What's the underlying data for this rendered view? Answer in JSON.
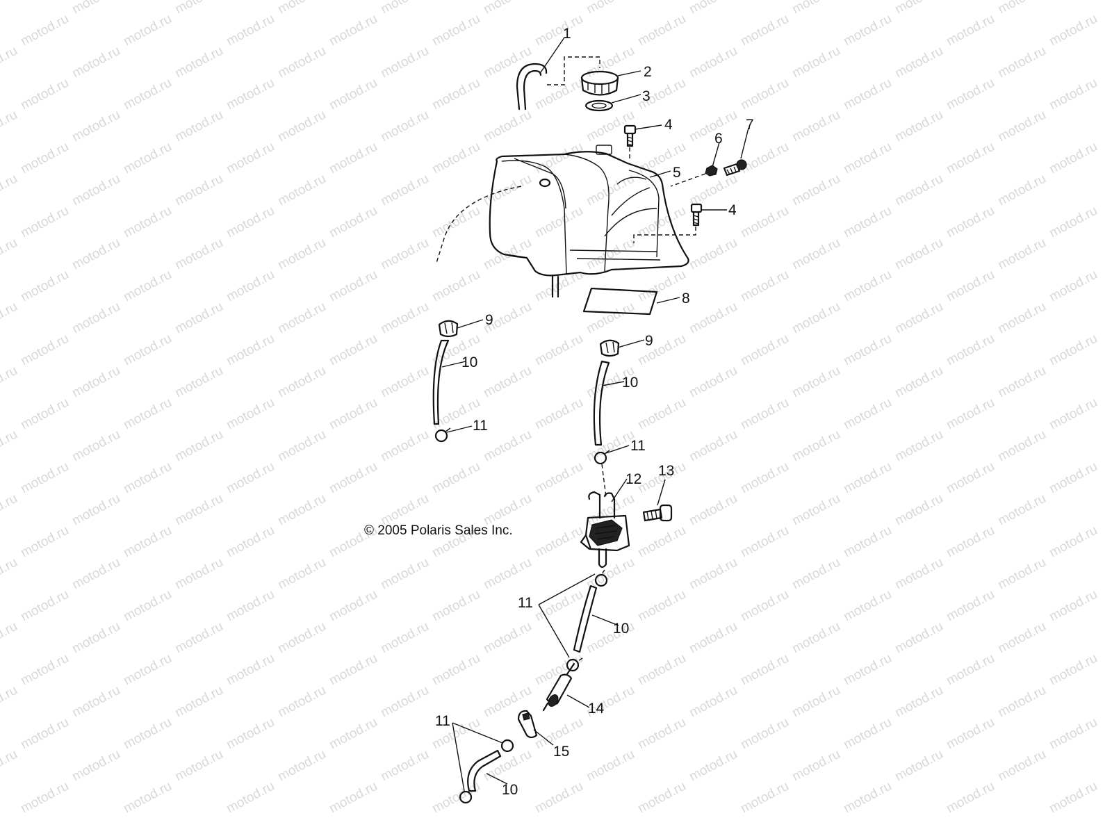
{
  "watermark": {
    "text": "motod.ru",
    "color": "#d8d8d8"
  },
  "copyright": "© 2005 Polaris Sales Inc.",
  "callouts": {
    "c1": "1",
    "c2": "2",
    "c3": "3",
    "c4a": "4",
    "c4b": "4",
    "c5": "5",
    "c6": "6",
    "c7": "7",
    "c8": "8",
    "c9a": "9",
    "c9b": "9",
    "c10a": "10",
    "c10b": "10",
    "c10c": "10",
    "c10d": "10",
    "c11a": "11",
    "c11b": "11",
    "c11c": "11",
    "c11d": "11",
    "c12": "12",
    "c13": "13",
    "c14": "14",
    "c15": "15"
  }
}
